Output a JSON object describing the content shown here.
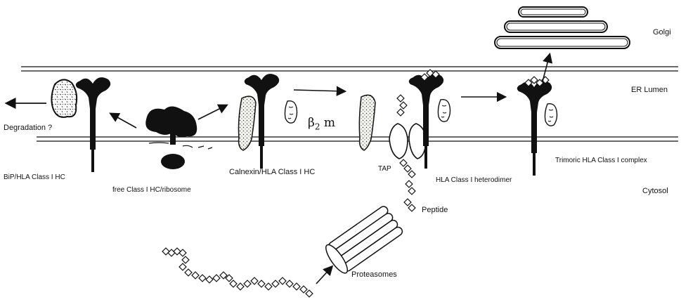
{
  "labels": {
    "golgi": "Golgi",
    "er_lumen": "ER Lumen",
    "cytosol": "Cytosol",
    "degradation": "Degradation ?",
    "bip_hla": "BiP/HLA Class I HC",
    "free_class": "free Class I HC/ribosome",
    "calnexin": "Calnexin/HLA Class I HC",
    "beta_symbol": "β",
    "beta_sub": "2",
    "beta_m": "m",
    "tap": "TAP",
    "heterodimer": "HLA Class I heterodimer",
    "trimeric": "Trimoric HLA Class I complex",
    "peptide": "Peptide",
    "proteasomes": "Proteasomes"
  },
  "colors": {
    "ink": "#111111",
    "stipple": "#e8e8e0",
    "background": "#ffffff"
  }
}
